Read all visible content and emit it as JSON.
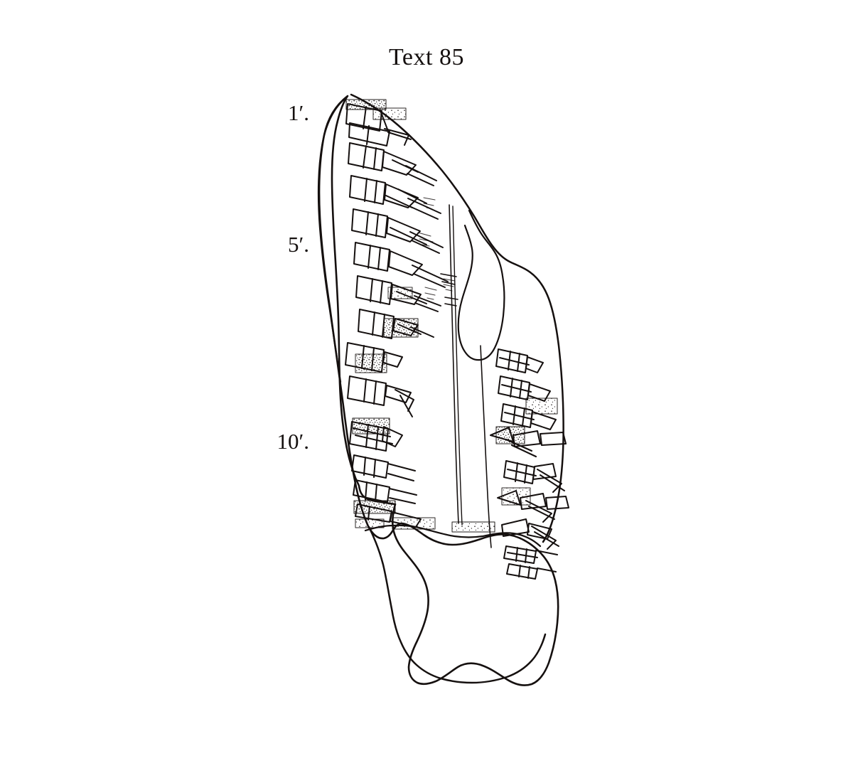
{
  "figure": {
    "title": "Text 85",
    "kind": "cuneiform-tablet-hand-copy",
    "background_color": "#ffffff",
    "ink_color": "#15100f",
    "description_not_rendered": ""
  },
  "line_labels": [
    {
      "id": "label-1",
      "text": "1′.",
      "row": 1
    },
    {
      "id": "label-5",
      "text": "5′.",
      "row": 5
    },
    {
      "id": "label-10",
      "text": "10′.",
      "row": 10
    }
  ],
  "tablet": {
    "outline_name": "tablet-fragment-outline",
    "inscribed_columns": 2,
    "column_ruling_count": 3,
    "uninscribed_lower_area": true,
    "damage_stipple": true,
    "sign_rows_left_column": 13,
    "sign_rows_right_column": 9
  }
}
